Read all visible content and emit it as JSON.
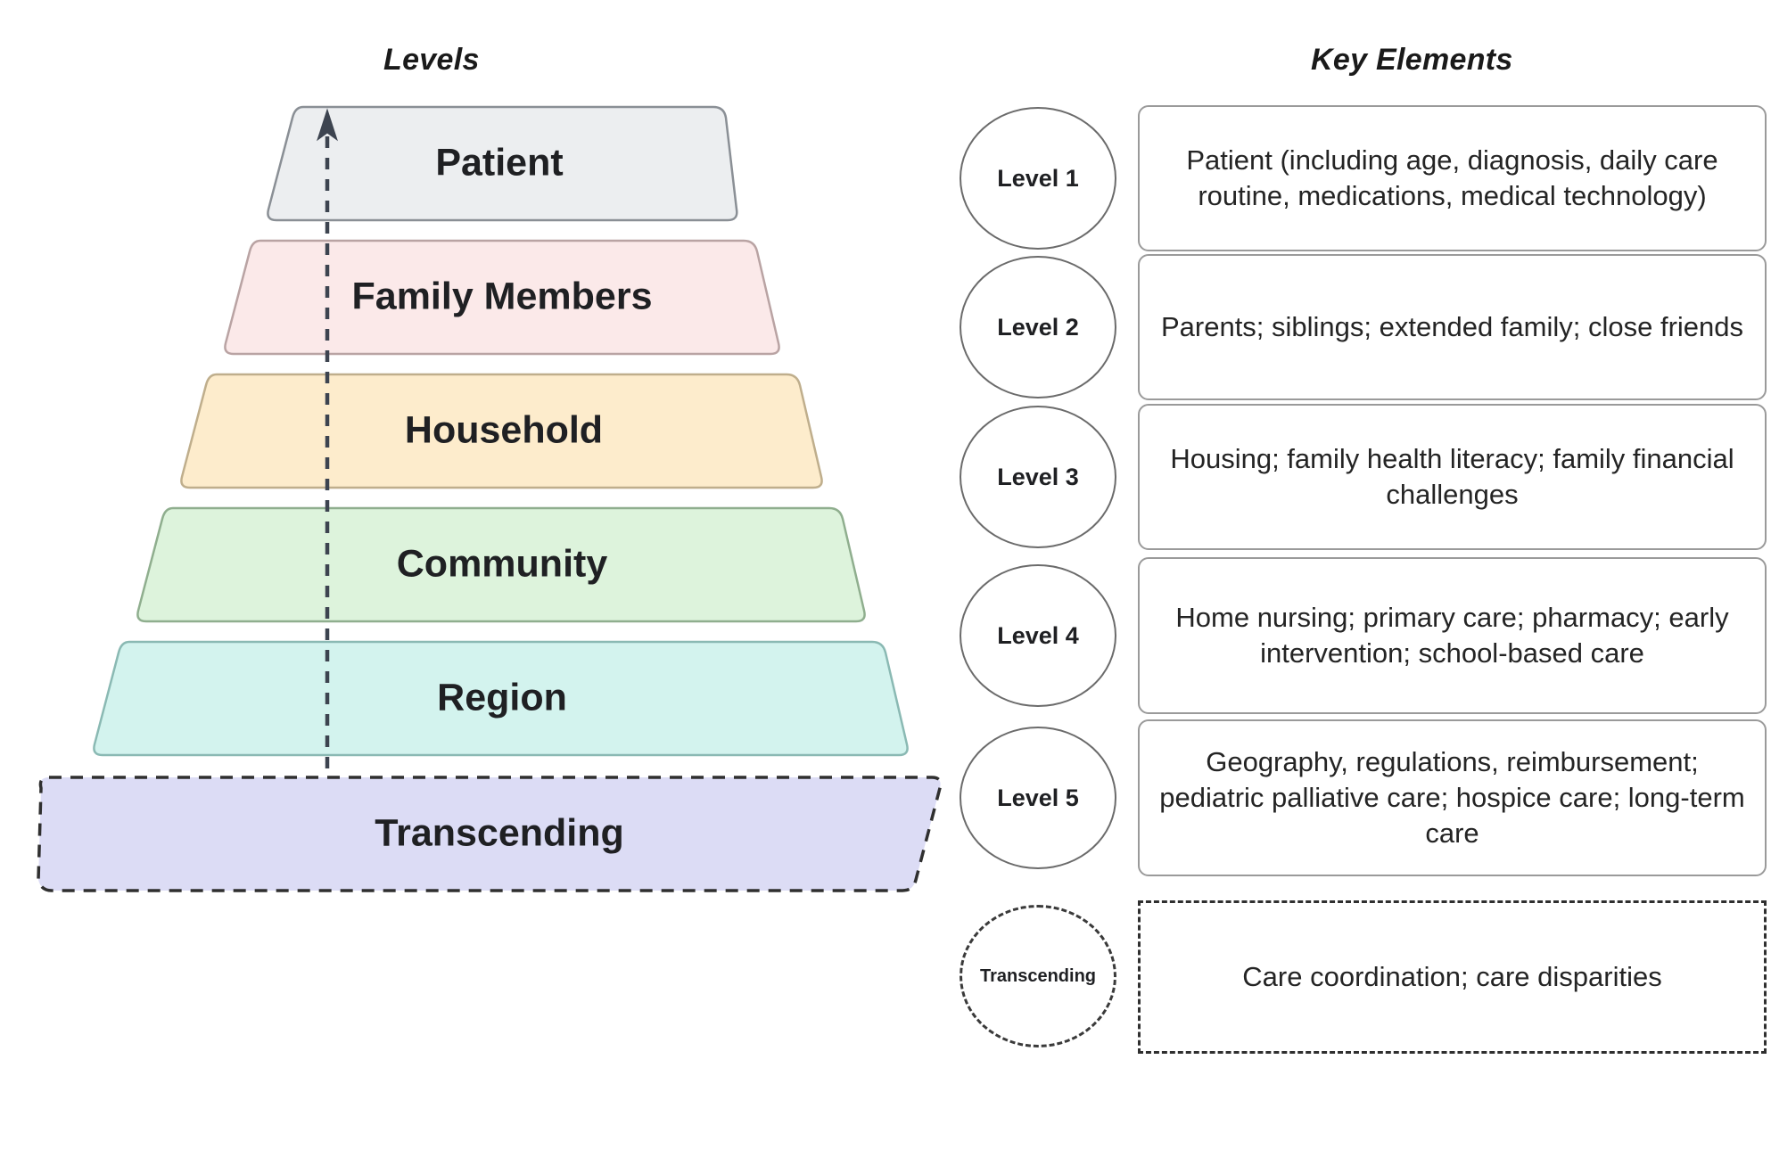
{
  "headers": {
    "levels": "Levels",
    "key_elements": "Key Elements"
  },
  "pyramid": {
    "arrow": {
      "name": "upward-dashed-arrow",
      "direction": "up",
      "style": "dashed"
    },
    "tiers": [
      {
        "label": "Patient",
        "fill": "#eceef0",
        "stroke": "#8a8f95",
        "border_style": "solid"
      },
      {
        "label": "Family Members",
        "fill": "#fbe9e9",
        "stroke": "#b9a3a3",
        "border_style": "solid"
      },
      {
        "label": "Household",
        "fill": "#fdeccc",
        "stroke": "#bfae8c",
        "border_style": "solid"
      },
      {
        "label": "Community",
        "fill": "#ddf3dc",
        "stroke": "#8fae8e",
        "border_style": "solid"
      },
      {
        "label": "Region",
        "fill": "#d3f3ee",
        "stroke": "#8ab9b3",
        "border_style": "solid"
      },
      {
        "label": "Transcending",
        "fill": "#dcdcf5",
        "stroke": "#2f2f2f",
        "border_style": "dashed"
      }
    ]
  },
  "rows": [
    {
      "circle": "Level 1",
      "circle_style": "solid",
      "key_elements": "Patient (including age, diagnosis, daily care routine, medications, medical technology)"
    },
    {
      "circle": "Level 2",
      "circle_style": "solid",
      "key_elements": "Parents; siblings; extended family; close friends"
    },
    {
      "circle": "Level 3",
      "circle_style": "solid",
      "key_elements": "Housing; family health literacy; family financial challenges"
    },
    {
      "circle": "Level 4",
      "circle_style": "solid",
      "key_elements": "Home nursing; primary care; pharmacy; early intervention; school-based care"
    },
    {
      "circle": "Level 5",
      "circle_style": "solid",
      "key_elements": "Geography, regulations, reimbursement; pediatric palliative care; hospice care; long-term care"
    },
    {
      "circle": "Transcending",
      "circle_style": "dashed",
      "key_elements": "Care coordination; care disparities"
    }
  ]
}
